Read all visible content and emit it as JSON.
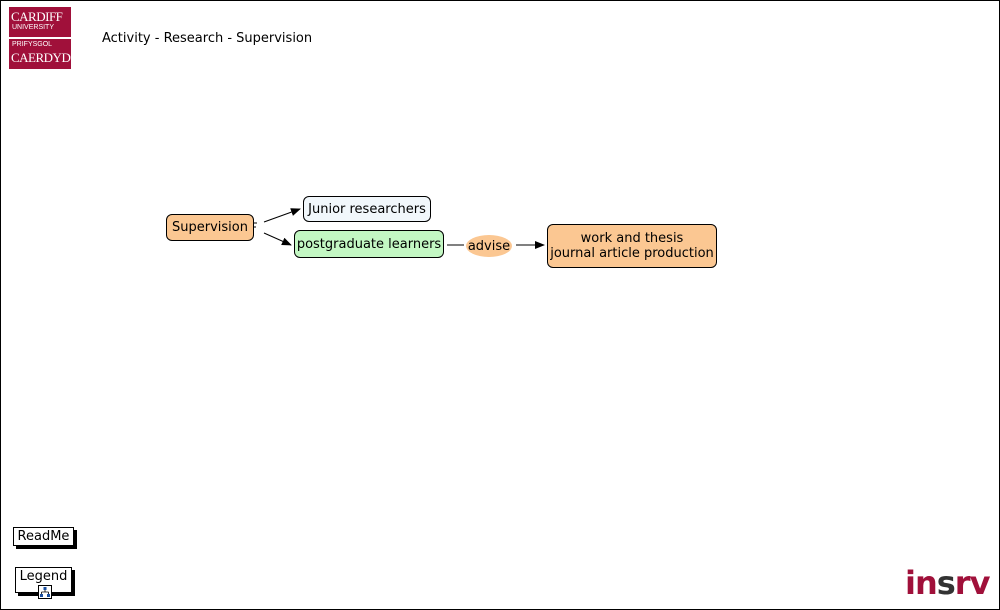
{
  "header": {
    "logo": {
      "line1": "CARDIFF",
      "line2": "UNIVERSITY",
      "line3": "PRIFYSGOL",
      "line4": "CAERDYD"
    },
    "breadcrumb": "Activity - Research - Supervision"
  },
  "diagram": {
    "nodes": {
      "supervision": "Supervision",
      "junior_researchers": "Junior researchers",
      "postgraduate_learners": "postgraduate learners",
      "advise": "advise",
      "work_line1": "work and thesis",
      "work_line2": "journal article production"
    },
    "colors": {
      "orange": "#fbc792",
      "green": "#c3f7c3",
      "light_blue": "#f1f7fb",
      "brand": "#a0103a"
    }
  },
  "footer": {
    "readme_label": "ReadMe",
    "legend_label": "Legend",
    "legend_icon": "hierarchy-icon",
    "brand_prefix": "in",
    "brand_accent": "s",
    "brand_suffix": "rv"
  }
}
